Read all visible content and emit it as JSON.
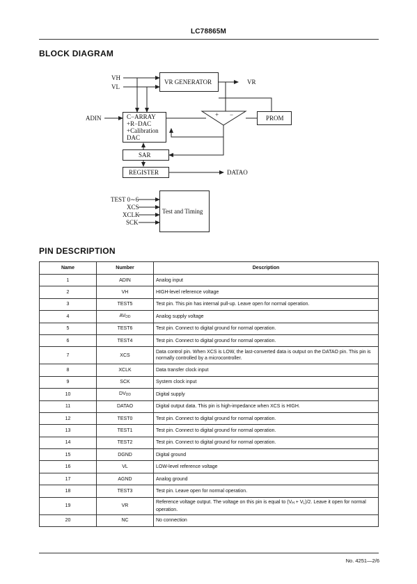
{
  "header": {
    "part_number": "LC78865M",
    "footer_page": "No. 4251—2/6"
  },
  "block_diagram": {
    "title": "BLOCK DIAGRAM",
    "inputs": {
      "vh": "VH",
      "vl": "VL",
      "adin": "ADIN"
    },
    "blocks": {
      "vr_generator": "VR GENERATOR",
      "c_array": [
        "C−ARRAY",
        "+R−DAC",
        "+Calibration",
        "DAC"
      ],
      "prom": "PROM",
      "sar": "SAR",
      "register": "REGISTER",
      "test_timing": "Test and Timing"
    },
    "comparator": {
      "plus": "+",
      "minus": "−"
    },
    "outputs": {
      "vr": "VR",
      "datao": "DATAO"
    },
    "test_inputs": [
      "TEST 0∼6",
      "XCS",
      "XCLK",
      "SCK"
    ]
  },
  "pin_description": {
    "title": "PIN DESCRIPTION",
    "columns": [
      "Name",
      "Number",
      "Description"
    ],
    "rows": [
      {
        "no": "1",
        "name": "ADIN",
        "desc": "Analog input"
      },
      {
        "no": "2",
        "name": "VH",
        "desc": "HIGH-level reference voltage"
      },
      {
        "no": "3",
        "name": "TEST5",
        "desc": "Test pin. This pin has internal pull-up. Leave open for normal operation."
      },
      {
        "no": "4",
        "name": "AV",
        "name_sub": "DD",
        "desc": "Analog supply voltage"
      },
      {
        "no": "5",
        "name": "TEST6",
        "desc": "Test pin. Connect to digital ground for normal operation."
      },
      {
        "no": "6",
        "name": "TEST4",
        "desc": "Test pin. Connect to digital ground for normal operation."
      },
      {
        "no": "7",
        "name": "XCS",
        "desc": "Data control pin. When XCS is LOW, the last-converted data is output on the DATAO pin. This pin is normally controlled by a microcontroller."
      },
      {
        "no": "8",
        "name": "XCLK",
        "desc": "Data transfer clock input"
      },
      {
        "no": "9",
        "name": "SCK",
        "desc": "System clock input"
      },
      {
        "no": "10",
        "name": "DV",
        "name_sub": "DD",
        "desc": "Digital supply"
      },
      {
        "no": "11",
        "name": "DATAO",
        "desc": "Digital output data. This pin is high-impedance when XCS is HIGH."
      },
      {
        "no": "12",
        "name": "TEST0",
        "desc": "Test pin. Connect to digital ground for normal operation."
      },
      {
        "no": "13",
        "name": "TEST1",
        "desc": "Test pin. Connect to digital ground for normal operation."
      },
      {
        "no": "14",
        "name": "TEST2",
        "desc": "Test pin. Connect to digital ground for normal operation."
      },
      {
        "no": "15",
        "name": "DGND",
        "desc": "Digital ground"
      },
      {
        "no": "16",
        "name": "VL",
        "desc": "LOW-level reference voltage"
      },
      {
        "no": "17",
        "name": "AGND",
        "desc": "Analog ground"
      },
      {
        "no": "18",
        "name": "TEST3",
        "desc": "Test pin. Leave open for normal operation."
      },
      {
        "no": "19",
        "name": "VR",
        "desc_parts": [
          "Reference voltage output. The voltage on this pin is equal to (V",
          "H",
          " + V",
          "L",
          ")/2. Leave it open for normal operation."
        ]
      },
      {
        "no": "20",
        "name": "NC",
        "desc": "No connection"
      }
    ]
  }
}
